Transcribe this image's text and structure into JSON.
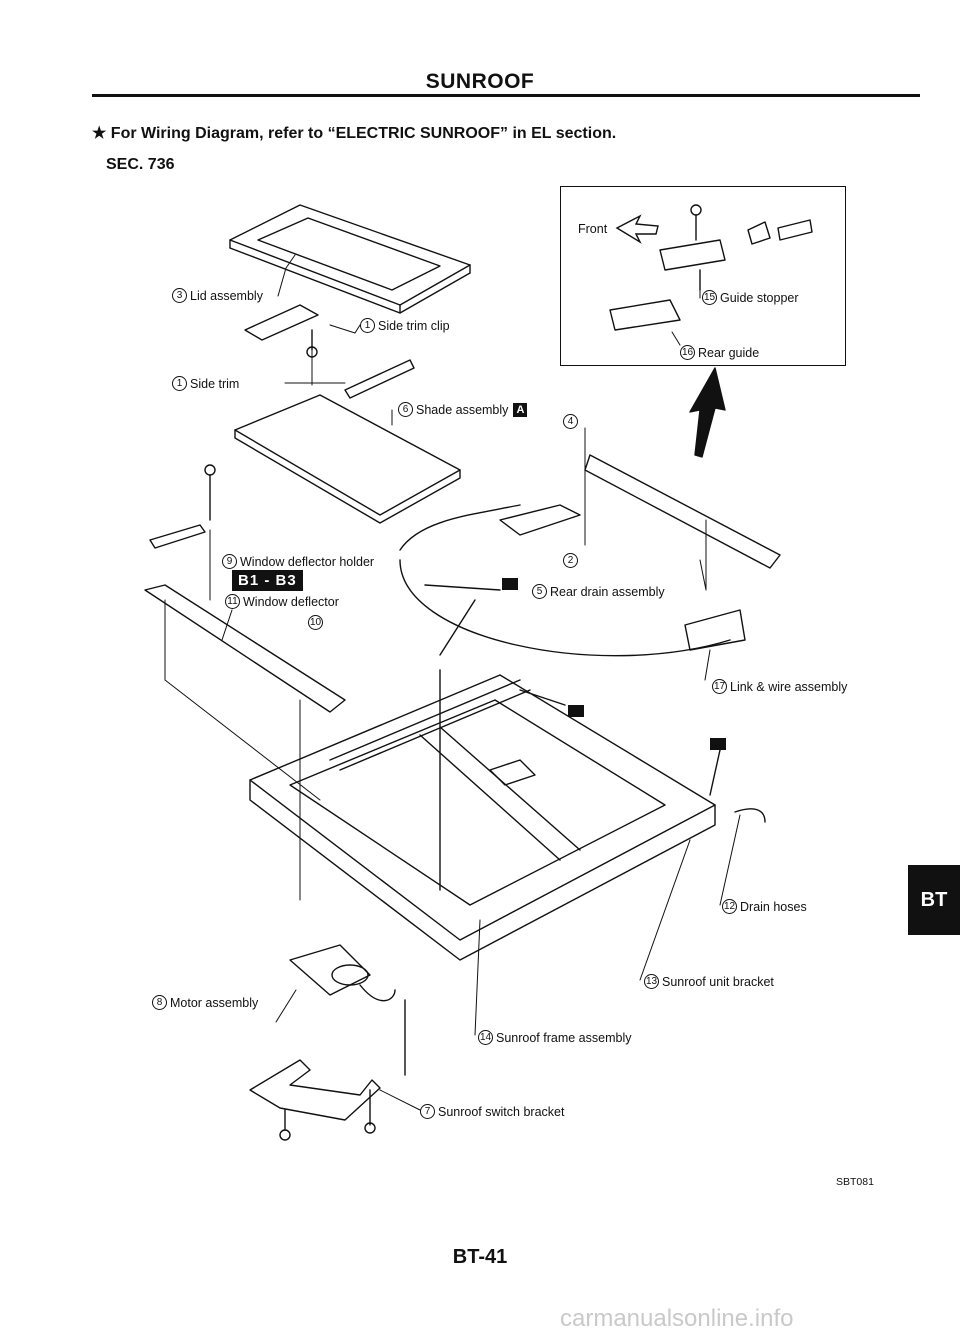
{
  "header": {
    "title": "SUNROOF",
    "note": "★ For Wiring Diagram, refer to “ELECTRIC SUNROOF” in EL section.",
    "section": "SEC. 736"
  },
  "inset": {
    "front": "Front"
  },
  "parts": [
    {
      "num": "3",
      "label": "Lid assembly"
    },
    {
      "num": "1",
      "label": "Side trim clip"
    },
    {
      "num": "1",
      "label": "Side trim"
    },
    {
      "num": "6",
      "label": "Shade assembly",
      "badge": "A"
    },
    {
      "num": "4",
      "label": ""
    },
    {
      "num": "2",
      "label": ""
    },
    {
      "num": "9",
      "label": "Window deflector holder"
    },
    {
      "num": "11",
      "label": "Window deflector"
    },
    {
      "num": "10",
      "label": ""
    },
    {
      "num": "5",
      "label": "Rear drain assembly"
    },
    {
      "num": "17",
      "label": "Link & wire assembly"
    },
    {
      "num": "15",
      "label": "Guide stopper"
    },
    {
      "num": "16",
      "label": "Rear guide"
    },
    {
      "num": "12",
      "label": "Drain hoses"
    },
    {
      "num": "13",
      "label": "Sunroof unit bracket"
    },
    {
      "num": "14",
      "label": "Sunroof frame assembly"
    },
    {
      "num": "8",
      "label": "Motor assembly"
    },
    {
      "num": "7",
      "label": "Sunroof switch bracket"
    }
  ],
  "ref_box": "B1 - B3",
  "figure_code": "SBT081",
  "page_number": "BT-41",
  "side_tab": "BT",
  "watermark": "carmanualsonline.info"
}
